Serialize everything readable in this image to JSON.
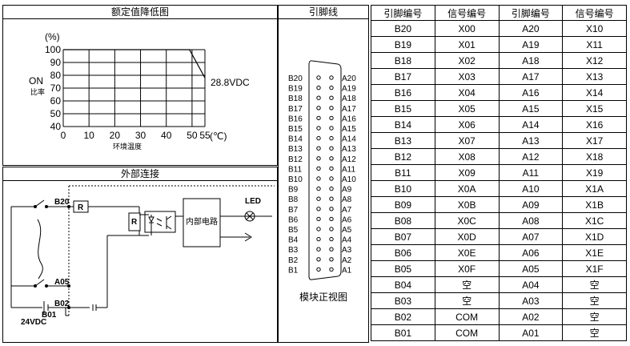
{
  "sections": {
    "derating_title": "额定值降低图",
    "pin_title": "引脚线",
    "external_title": "外部连接",
    "connector_caption": "模块正视图"
  },
  "derating": {
    "y_unit": "(%)",
    "on_label": "ON",
    "ratio_label": "比率",
    "x_label": "环境温度",
    "x_unit": "(℃)",
    "curve_label": "28.8VDC",
    "y_ticks": [
      "100",
      "90",
      "80",
      "70",
      "60",
      "50",
      "40"
    ],
    "x_ticks": [
      "0",
      "10",
      "20",
      "30",
      "40",
      "50",
      "55"
    ]
  },
  "chart_data": {
    "type": "line",
    "title": "额定值降低图",
    "xlabel": "环境温度",
    "ylabel": "(%)",
    "xlim": [
      0,
      55
    ],
    "ylim": [
      40,
      100
    ],
    "grid": true,
    "series": [
      {
        "name": "28.8VDC",
        "x": [
          0,
          49,
          55
        ],
        "y": [
          100,
          100,
          78
        ]
      }
    ]
  },
  "connector": {
    "left_pins": [
      "B20",
      "B19",
      "B18",
      "B17",
      "B16",
      "B15",
      "B14",
      "B13",
      "B12",
      "B11",
      "B10",
      "B9",
      "B8",
      "B7",
      "B6",
      "B5",
      "B4",
      "B3",
      "B2",
      "B1"
    ],
    "right_pins": [
      "A20",
      "A19",
      "A18",
      "A17",
      "A16",
      "A15",
      "A14",
      "A13",
      "A12",
      "A11",
      "A10",
      "A9",
      "A8",
      "A7",
      "A6",
      "A5",
      "A4",
      "A3",
      "A2",
      "A1"
    ]
  },
  "circuit": {
    "b20": "B20",
    "a05": "A05",
    "b02": "B02",
    "b01": "B01",
    "supply": "24VDC",
    "r1": "R",
    "r2": "R",
    "internal": "内部电路",
    "led": "LED"
  },
  "pin_table": {
    "headers": [
      "引脚编号",
      "信号编号",
      "引脚编号",
      "信号编号"
    ],
    "rows": [
      [
        "B20",
        "X00",
        "A20",
        "X10"
      ],
      [
        "B19",
        "X01",
        "A19",
        "X11"
      ],
      [
        "B18",
        "X02",
        "A18",
        "X12"
      ],
      [
        "B17",
        "X03",
        "A17",
        "X13"
      ],
      [
        "B16",
        "X04",
        "A16",
        "X14"
      ],
      [
        "B15",
        "X05",
        "A15",
        "X15"
      ],
      [
        "B14",
        "X06",
        "A14",
        "X16"
      ],
      [
        "B13",
        "X07",
        "A13",
        "X17"
      ],
      [
        "B12",
        "X08",
        "A12",
        "X18"
      ],
      [
        "B11",
        "X09",
        "A11",
        "X19"
      ],
      [
        "B10",
        "X0A",
        "A10",
        "X1A"
      ],
      [
        "B09",
        "X0B",
        "A09",
        "X1B"
      ],
      [
        "B08",
        "X0C",
        "A08",
        "X1C"
      ],
      [
        "B07",
        "X0D",
        "A07",
        "X1D"
      ],
      [
        "B06",
        "X0E",
        "A06",
        "X1E"
      ],
      [
        "B05",
        "X0F",
        "A05",
        "X1F"
      ],
      [
        "B04",
        "空",
        "A04",
        "空"
      ],
      [
        "B03",
        "空",
        "A03",
        "空"
      ],
      [
        "B02",
        "COM",
        "A02",
        "空"
      ],
      [
        "B01",
        "COM",
        "A01",
        "空"
      ]
    ]
  }
}
